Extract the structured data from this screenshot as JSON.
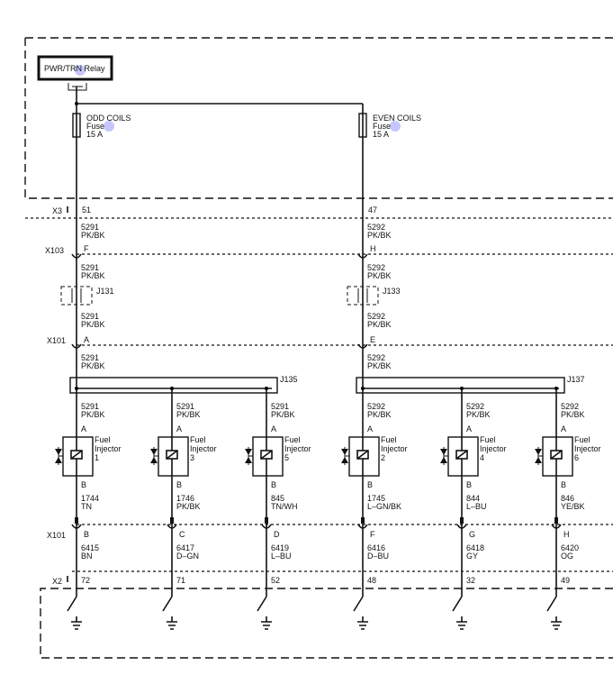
{
  "relay": {
    "label": "PWR/TRN Relay"
  },
  "fuses": [
    {
      "name": "ODD COILS",
      "type": "Fuse",
      "rating": "15 A"
    },
    {
      "name": "EVEN COILS",
      "type": "Fuse",
      "rating": "15 A"
    }
  ],
  "connectors": {
    "x3": "X3",
    "x103": "X103",
    "x101_top": "X101",
    "x101_bottom": "X101",
    "x2": "X2"
  },
  "banks": [
    {
      "x3_pin": "51",
      "x103_pin": "F",
      "x101_pin": "A",
      "splice_pack": "J131",
      "junction": "J135",
      "circuit": "5291",
      "color": "PK/BK"
    },
    {
      "x3_pin": "47",
      "x103_pin": "H",
      "x101_pin": "E",
      "splice_pack": "J133",
      "junction": "J137",
      "circuit": "5292",
      "color": "PK/BK"
    }
  ],
  "injectors": [
    {
      "label1": "Fuel",
      "label2": "Injector",
      "num": "1",
      "pin_a": "A",
      "pin_b": "B",
      "in_circuit": "5291",
      "in_color": "PK/BK",
      "out_circuit": "1744",
      "out_color": "TN",
      "x101_pin": "B",
      "ecm_circuit": "6415",
      "ecm_color": "BN",
      "x2_pin": "72"
    },
    {
      "label1": "Fuel",
      "label2": "Injector",
      "num": "3",
      "pin_a": "A",
      "pin_b": "B",
      "in_circuit": "5291",
      "in_color": "PK/BK",
      "out_circuit": "1746",
      "out_color": "PK/BK",
      "x101_pin": "C",
      "ecm_circuit": "6417",
      "ecm_color": "D–GN",
      "x2_pin": "71"
    },
    {
      "label1": "Fuel",
      "label2": "Injector",
      "num": "5",
      "pin_a": "A",
      "pin_b": "B",
      "in_circuit": "5291",
      "in_color": "PK/BK",
      "out_circuit": "845",
      "out_color": "TN/WH",
      "x101_pin": "D",
      "ecm_circuit": "6419",
      "ecm_color": "L–BU",
      "x2_pin": "52"
    },
    {
      "label1": "Fuel",
      "label2": "Injector",
      "num": "2",
      "pin_a": "A",
      "pin_b": "B",
      "in_circuit": "5292",
      "in_color": "PK/BK",
      "out_circuit": "1745",
      "out_color": "L–GN/BK",
      "x101_pin": "F",
      "ecm_circuit": "6416",
      "ecm_color": "D–BU",
      "x2_pin": "48"
    },
    {
      "label1": "Fuel",
      "label2": "Injector",
      "num": "4",
      "pin_a": "A",
      "pin_b": "B",
      "in_circuit": "5292",
      "in_color": "PK/BK",
      "out_circuit": "844",
      "out_color": "L–BU",
      "x101_pin": "G",
      "ecm_circuit": "6418",
      "ecm_color": "GY",
      "x2_pin": "32"
    },
    {
      "label1": "Fuel",
      "label2": "Injector",
      "num": "6",
      "pin_a": "A",
      "pin_b": "B",
      "in_circuit": "5292",
      "in_color": "PK/BK",
      "out_circuit": "846",
      "out_color": "YE/BK",
      "x101_pin": "H",
      "ecm_circuit": "6420",
      "ecm_color": "OG",
      "x2_pin": "49"
    }
  ],
  "colors": {
    "line": "#111111",
    "highlight": "#b8b8ff"
  }
}
